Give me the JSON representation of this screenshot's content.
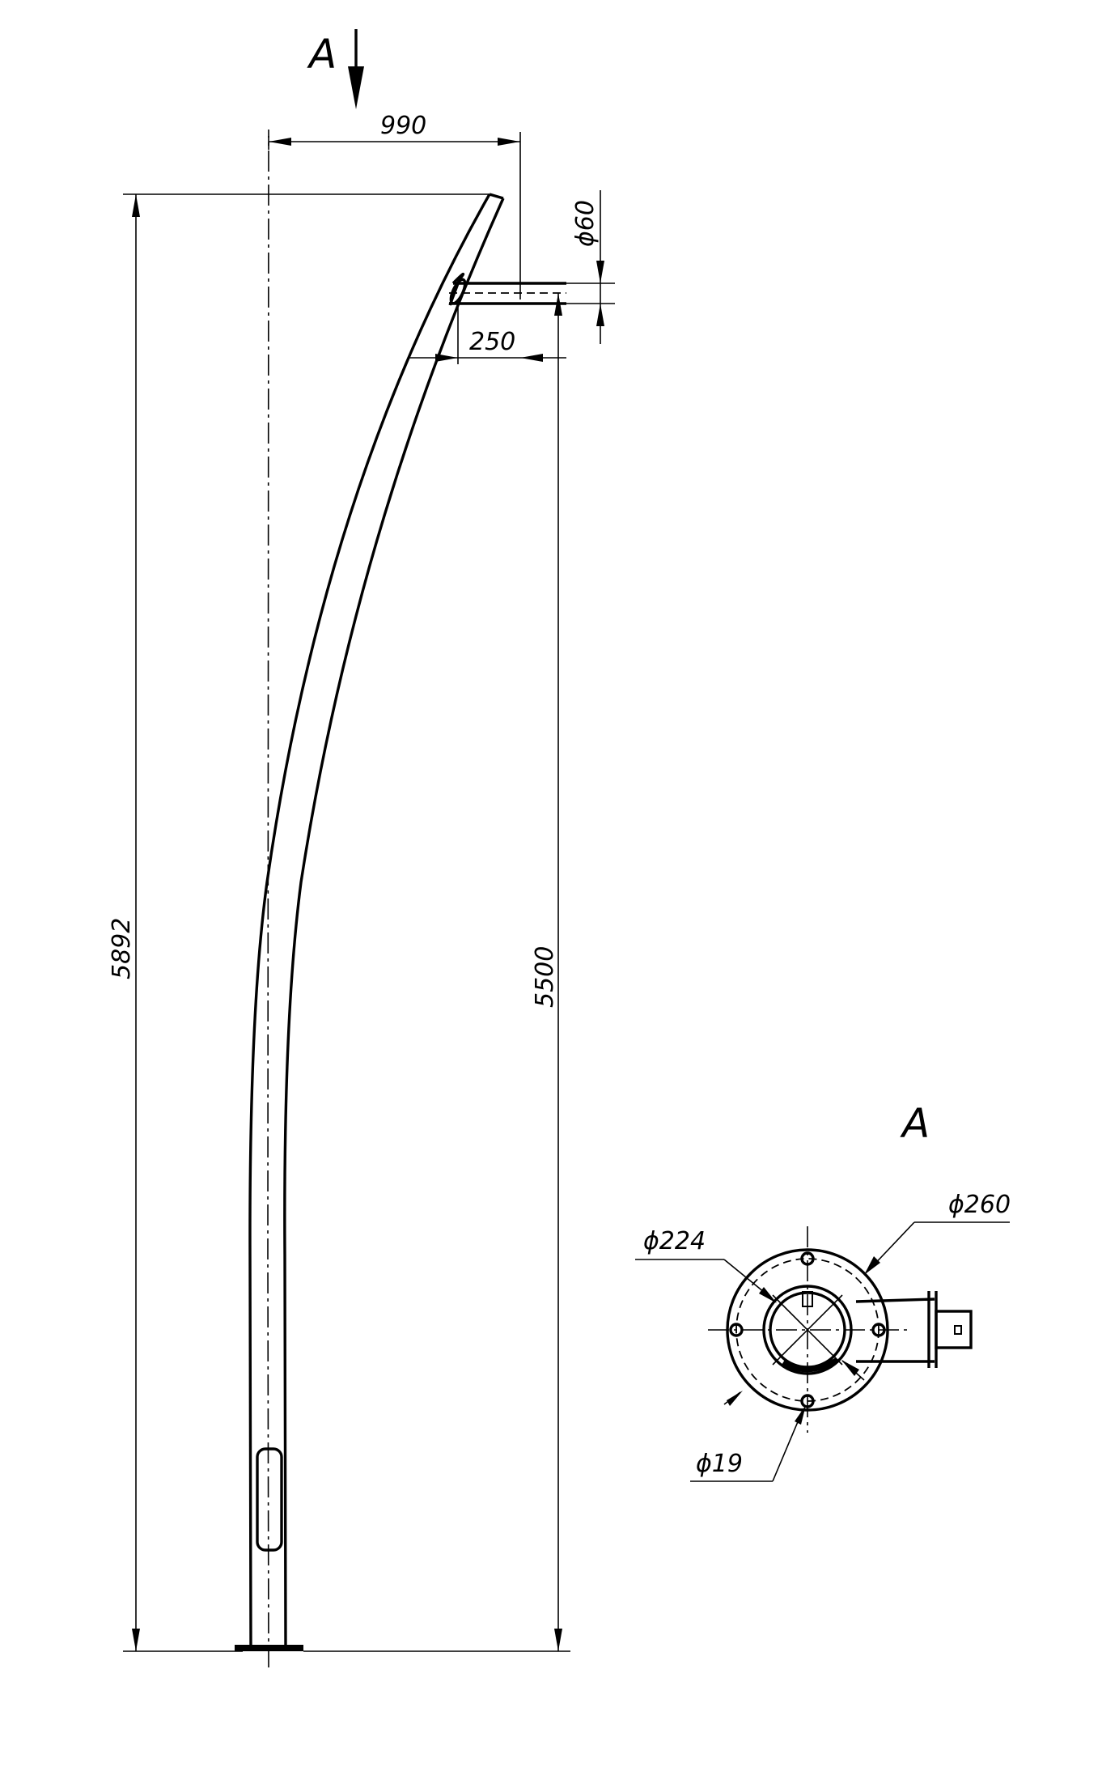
{
  "view_marker": {
    "arrow_label": "A",
    "section_title": "A"
  },
  "dimensions": {
    "outreach": "990",
    "total_height": "5892",
    "mount_height": "5500",
    "bracket_length": "250",
    "bracket_diameter": "ϕ60",
    "flange_outer": "ϕ260",
    "bolt_circle": "ϕ224",
    "bolt_hole": "ϕ19"
  }
}
